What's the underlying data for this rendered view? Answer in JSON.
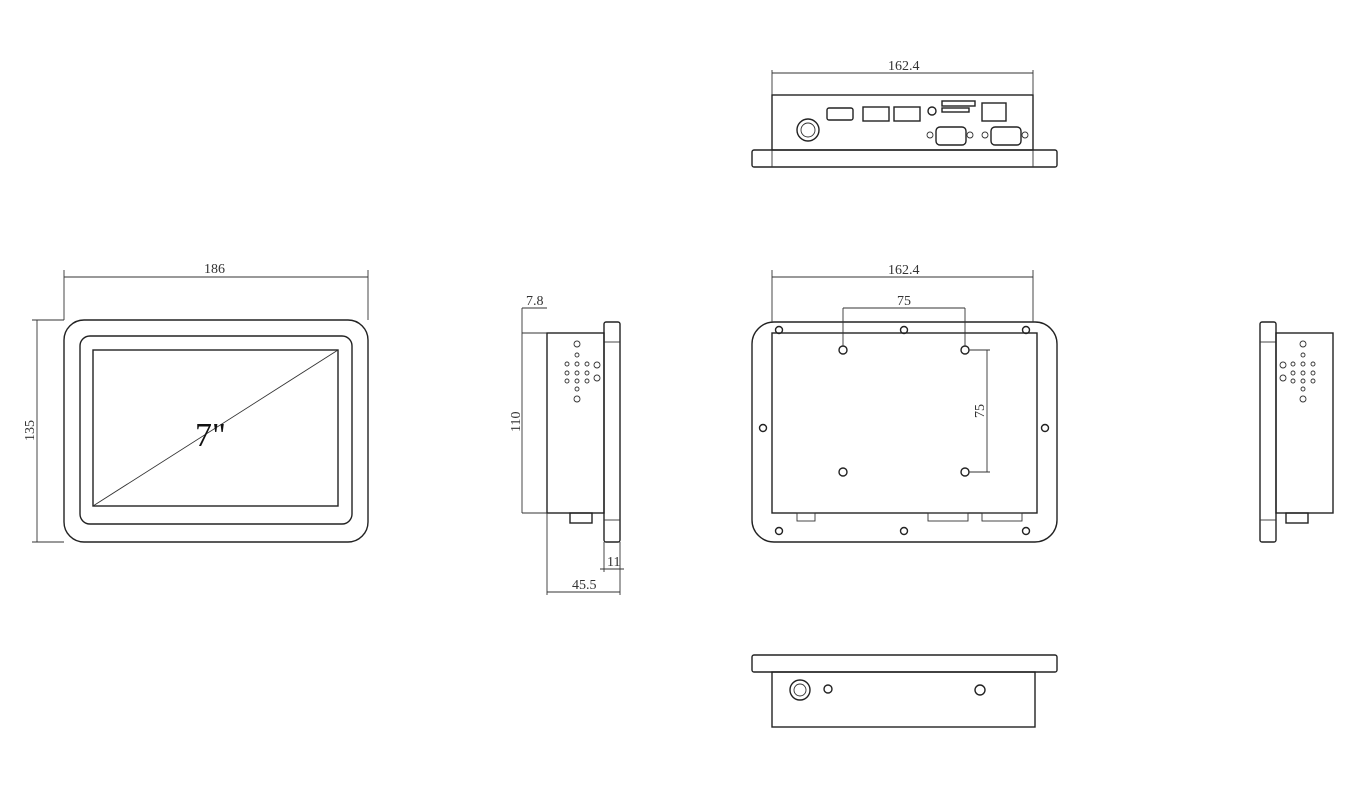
{
  "front_view": {
    "screen_label": "7\"",
    "width_dim": "186",
    "height_dim": "135"
  },
  "side_view": {
    "bezel_dim": "7.8",
    "height_dim": "110",
    "depth_dim": "45.5",
    "panel_dim": "11"
  },
  "top_view": {
    "width_dim": "162.4"
  },
  "rear_view": {
    "width_dim": "162.4",
    "vesa_h_dim": "75",
    "vesa_v_dim": "75"
  }
}
